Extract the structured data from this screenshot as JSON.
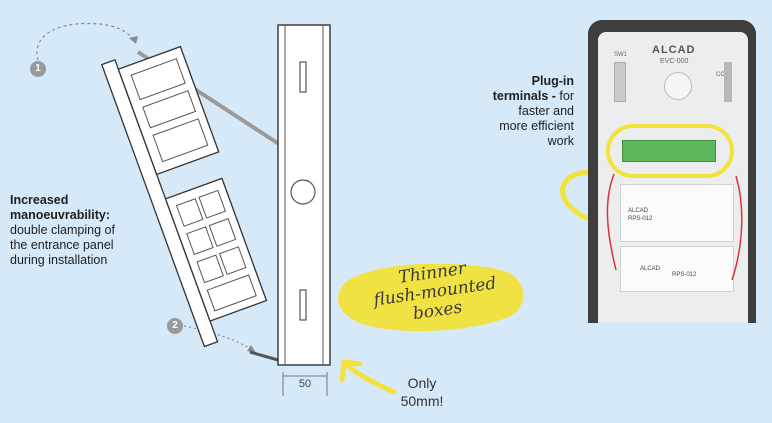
{
  "callouts": {
    "maneuver_title": "Increased manoeuvrability:",
    "maneuver_body_1": "double clamping of",
    "maneuver_body_2": "the entrance panel",
    "maneuver_body_3": "during installation",
    "plugin_title_1": "Plug-in",
    "plugin_title_2": "terminals -",
    "plugin_body_1": "for",
    "plugin_body_2": "faster and",
    "plugin_body_3": "more efficient",
    "plugin_body_4": "work"
  },
  "badges": {
    "one": "1",
    "two": "2"
  },
  "thinner": {
    "line1": "Thinner",
    "line2": "flush-mounted",
    "line3": "boxes"
  },
  "dimension": {
    "value": "50"
  },
  "only": {
    "line1": "Only",
    "line2": "50mm!"
  },
  "device": {
    "brand": "ALCAD",
    "model": "EVC-000",
    "sw_label": "SW1",
    "cc_label": "CC1",
    "module1_brand": "ALCAD",
    "module1_label": "RPS-012",
    "module2_brand": "ALCAD",
    "module2_label": "RPS-012"
  },
  "colors": {
    "background": "#d6e9f8",
    "highlight": "#f2e23a",
    "badge": "#9a9a9a",
    "terminal": "#5cb85c"
  }
}
